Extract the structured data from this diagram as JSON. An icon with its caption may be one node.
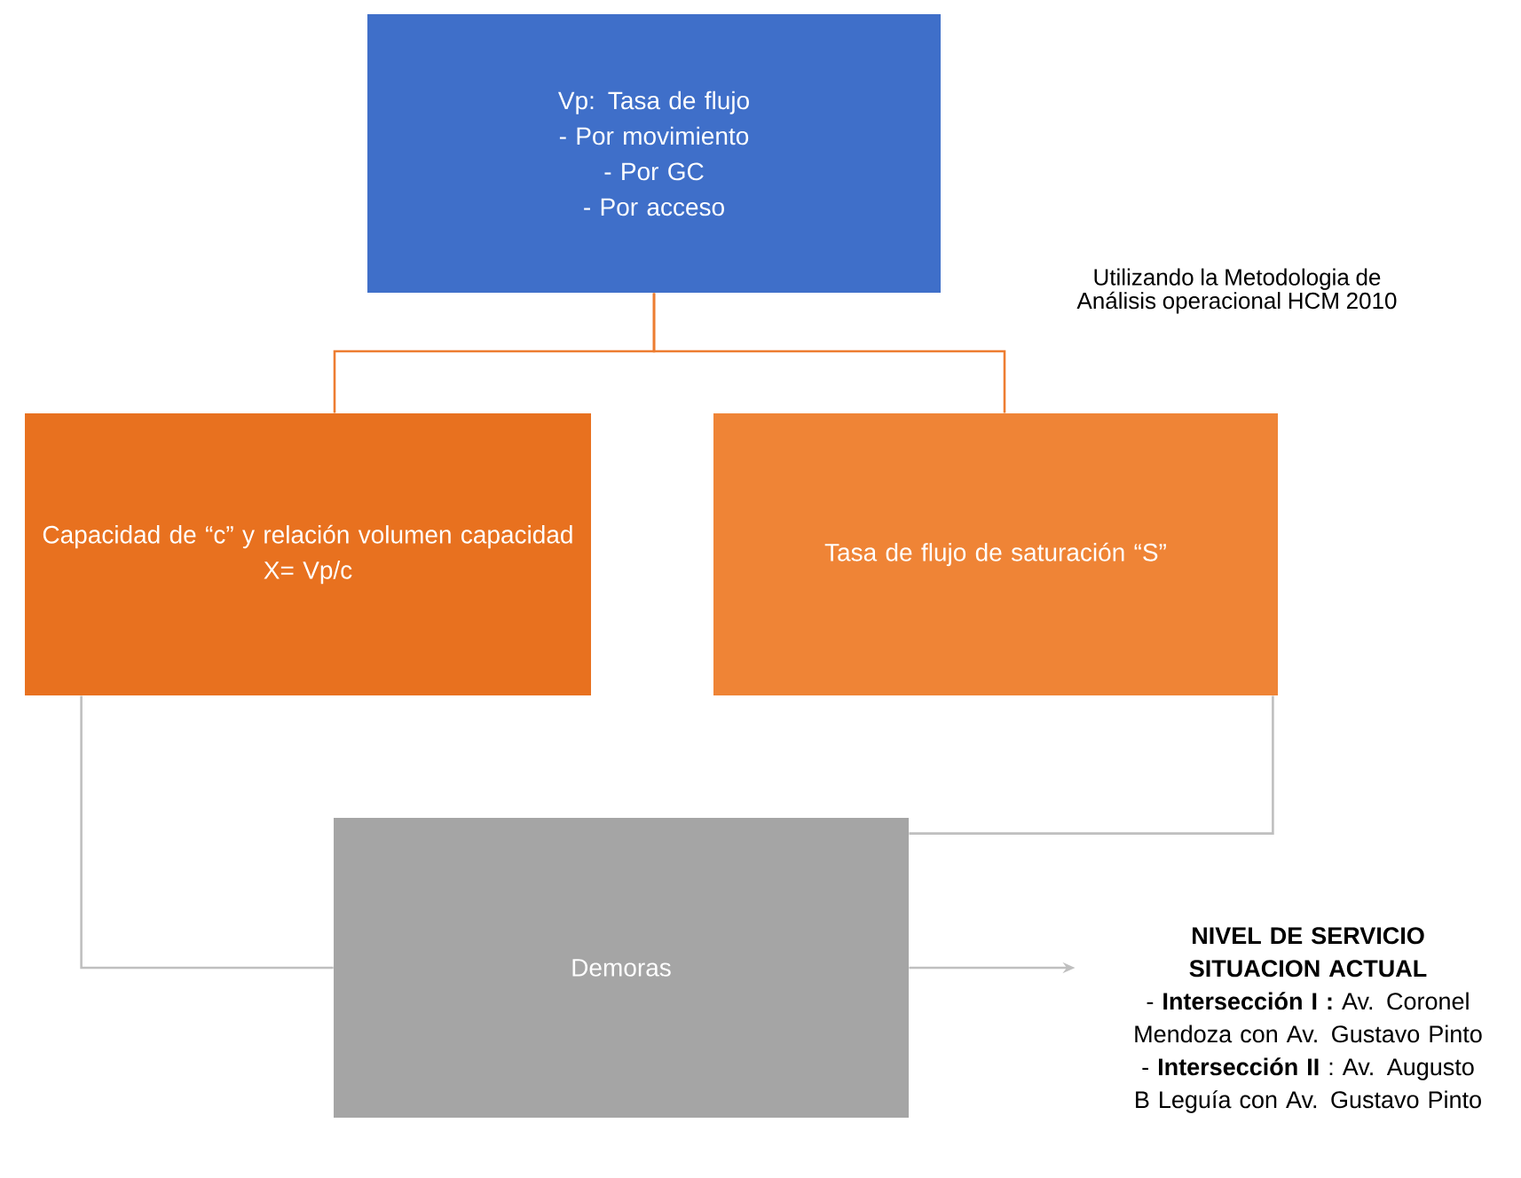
{
  "diagram": {
    "nodes": [
      {
        "text": [
          "Vp: Tasa de flujo",
          "- Por movimiento",
          "- Por GC",
          "- Por acceso"
        ]
      },
      {
        "text": [
          "Capacidad de “c” y relación volumen capacidad",
          "X= Vp/c"
        ]
      },
      {
        "text": [
          "Tasa de flujo de saturación “S”"
        ]
      },
      {
        "text": [
          "Demoras"
        ]
      },
      {
        "text": [
          "NIVEL DE SERVICIO SITUACION ACTUAL",
          "- **Intersección I :** Av. Coronel Mendoza con Av. Gustavo Pinto",
          "- **Intersección II** : Av. Augusto B Leguía con Av. Gustavo Pinto"
        ]
      }
    ],
    "edges": [
      {
        "from": 0,
        "to": 1,
        "arrow": "none",
        "color": "#ed7d31"
      },
      {
        "from": 0,
        "to": 2,
        "arrow": "none",
        "color": "#ed7d31"
      },
      {
        "from": 1,
        "to": 3,
        "arrow": "none"
      },
      {
        "from": 2,
        "to": 3,
        "arrow": "none"
      },
      {
        "from": 3,
        "to": 4,
        "arrow": "to"
      }
    ],
    "labels": [
      "Utilizando la Metodologia de Análisis operacional HCM 2010"
    ]
  }
}
